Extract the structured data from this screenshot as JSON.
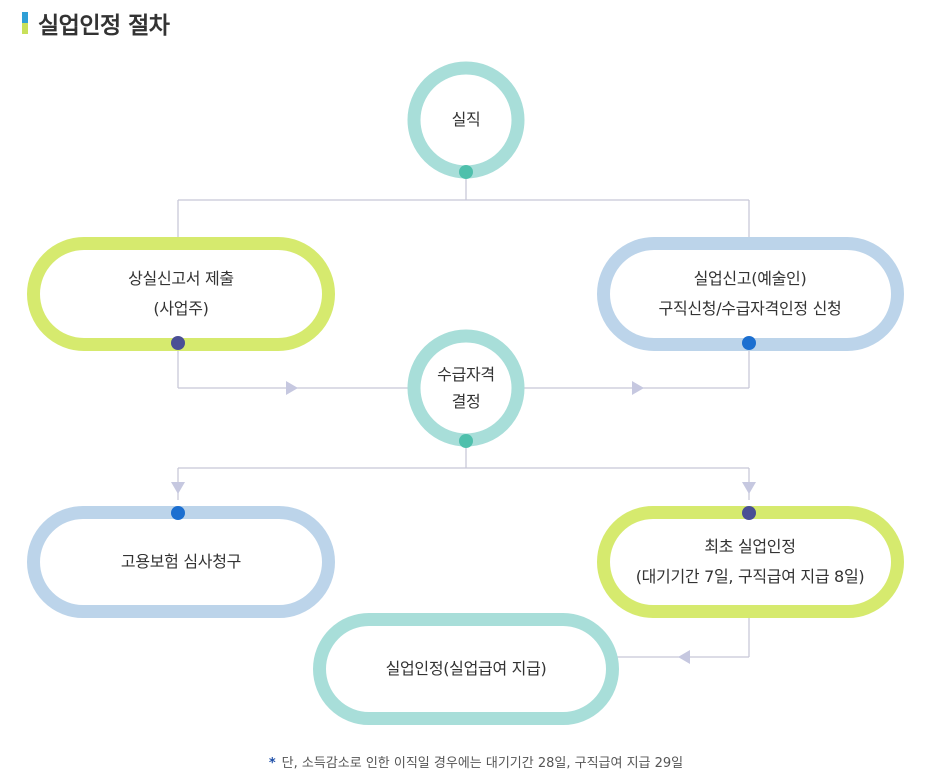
{
  "title": "실업인정 절차",
  "nodes": {
    "job_loss": "실직",
    "employer_report": {
      "line1": "상실신고서 제출",
      "line2": "(사업주)"
    },
    "artist_report": {
      "line1": "실업신고(예술인)",
      "line2": "구직신청/수급자격인정 신청"
    },
    "eligibility": {
      "line1": "수급자격",
      "line2": "결정"
    },
    "appeal": "고용보험 심사청구",
    "first_recognition": {
      "line1": "최초 실업인정",
      "line2": "(대기기간 7일, 구직급여 지급 8일)"
    },
    "recognition": "실업인정(실업급여 지급)"
  },
  "footnote": {
    "star": "*",
    "text": "단, 소득감소로 인한 이직일 경우에는 대기기간 28일, 구직급여 지급 29일"
  },
  "colors": {
    "teal": "#a8ded9",
    "green": "#d6ea6e",
    "blue": "#bcd4ea",
    "dot_teal": "#4fc0ac",
    "dot_navy": "#4a4f95",
    "dot_blue": "#1c6fd0",
    "line": "#c8c8d8",
    "arrow": "#c6c8e0"
  }
}
